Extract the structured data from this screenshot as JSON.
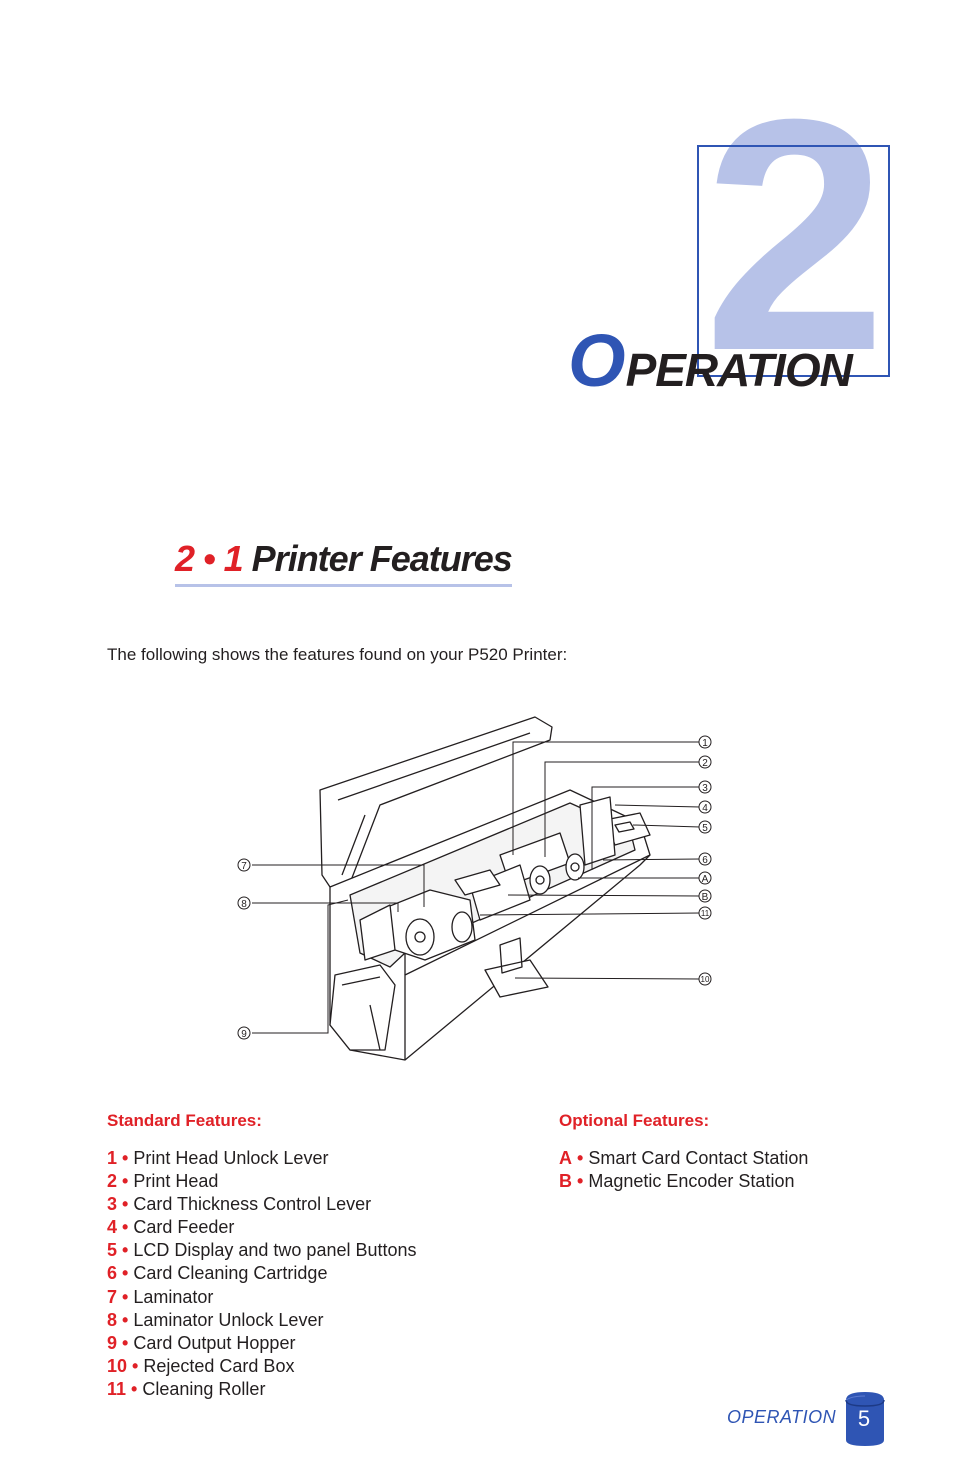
{
  "chapter": {
    "number": "2",
    "title_first": "O",
    "title_rest": "PERATION"
  },
  "section": {
    "number": "2 • 1",
    "title": "Printer Features"
  },
  "intro": "The following shows the features found on your P520 Printer:",
  "callouts": {
    "right": [
      "1",
      "2",
      "3",
      "4",
      "5",
      "6",
      "A",
      "B",
      "11",
      "10"
    ],
    "left": [
      "7",
      "8",
      "9"
    ]
  },
  "standard": {
    "heading": "Standard Features:",
    "items": [
      {
        "key": "1",
        "sep": "•",
        "label": "Print Head Unlock Lever"
      },
      {
        "key": "2",
        "sep": "•",
        "label": "Print Head"
      },
      {
        "key": "3",
        "sep": "•",
        "label": "Card Thickness Control Lever"
      },
      {
        "key": "4",
        "sep": "•",
        "label": "Card Feeder"
      },
      {
        "key": "5",
        "sep": "•",
        "label": "LCD Display and two panel Buttons"
      },
      {
        "key": "6",
        "sep": "•",
        "label": "Card Cleaning Cartridge"
      },
      {
        "key": "7",
        "sep": "•",
        "label": "Laminator"
      },
      {
        "key": "8",
        "sep": "•",
        "label": "Laminator Unlock Lever"
      },
      {
        "key": "9",
        "sep": "•",
        "label": "Card Output Hopper"
      },
      {
        "key": "10",
        "sep": "•",
        "label": "Rejected Card Box"
      },
      {
        "key": "11",
        "sep": "•",
        "label": "Cleaning Roller"
      }
    ]
  },
  "optional": {
    "heading": "Optional Features:",
    "items": [
      {
        "key": "A",
        "sep": "•",
        "label": "Smart Card Contact Station"
      },
      {
        "key": "B",
        "sep": "•",
        "label": "Magnetic Encoder Station"
      }
    ]
  },
  "footer": {
    "label": "OPERATION",
    "page": "5"
  },
  "colors": {
    "accent_red": "#e02127",
    "accent_blue": "#2f55b4",
    "light_blue": "#b7c2e8"
  }
}
